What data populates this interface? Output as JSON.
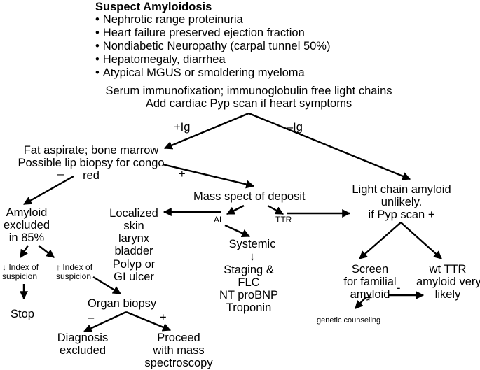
{
  "header": {
    "title": "Suspect Amyloidosis",
    "bullets": [
      "Nephrotic range proteinuria",
      "Heart failure preserved ejection fraction",
      "Nondiabetic Neuropathy (carpal tunnel 50%)",
      "Hepatomegaly, diarrhea",
      "Atypical MGUS or smoldering myeloma"
    ]
  },
  "nodes": {
    "serum": [
      "Serum immunofixation; immunoglobulin free light chains",
      "Add cardiac Pyp scan if heart symptoms"
    ],
    "fat_aspirate": [
      "Fat aspirate; bone marrow",
      "Possible lip biopsy for congo",
      "red"
    ],
    "mass_spect": "Mass spect of deposit",
    "light_chain": [
      "Light chain amyloid",
      "unlikely.",
      "if Pyp scan +"
    ],
    "amyloid_excluded": [
      "Amyloid",
      "excluded",
      "in 85%"
    ],
    "localized": [
      "Localized",
      "skin",
      "larynx",
      "bladder",
      "Polyp or",
      "GI ulcer"
    ],
    "systemic": [
      "Systemic",
      "↓"
    ],
    "staging": [
      "Staging &",
      "FLC",
      "NT proBNP",
      "Troponin"
    ],
    "screen": [
      "Screen",
      "for familial",
      "amyloid"
    ],
    "wt_ttr": [
      "wt TTR",
      "amyloid very",
      "likely"
    ],
    "genetic": "genetic counseling",
    "index_low": [
      "↓ Index of",
      "suspicion"
    ],
    "index_high": [
      "↑ Index of",
      "suspicion"
    ],
    "stop": "Stop",
    "organ_biopsy": "Organ biopsy",
    "diagnosis_excluded": [
      "Diagnosis",
      "excluded"
    ],
    "proceed": [
      "Proceed",
      "with mass",
      "spectroscopy"
    ]
  },
  "edge_labels": {
    "plus_ig": "+Ig",
    "minus_ig": "–Ig",
    "fat_minus": "–",
    "fat_plus": "+",
    "al": "AL",
    "ttr": "TTR",
    "screen_minus": "-",
    "screen_plus": "+",
    "biopsy_minus": "–",
    "biopsy_plus": "+"
  }
}
